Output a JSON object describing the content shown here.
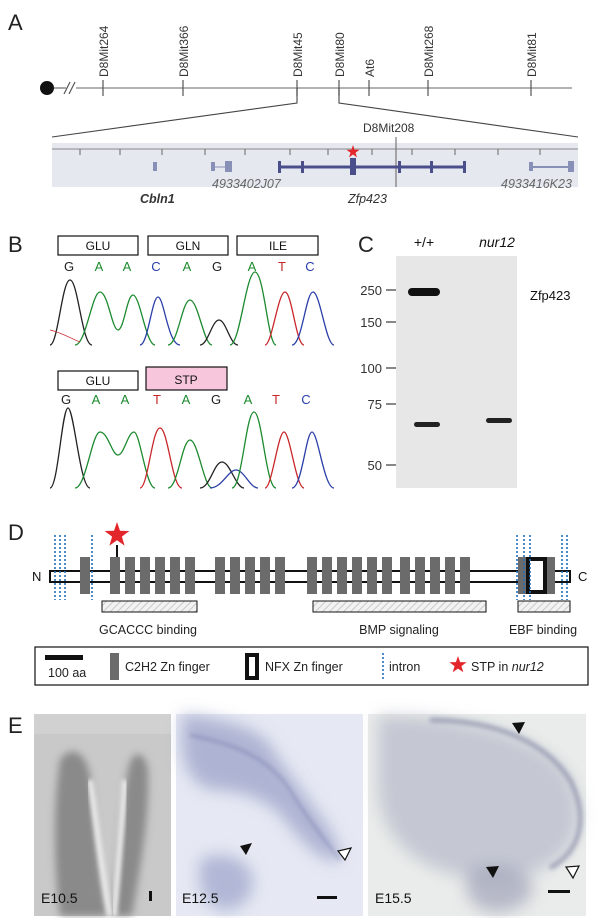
{
  "panels": {
    "a": "A",
    "b": "B",
    "c": "C",
    "d": "D",
    "e": "E"
  },
  "panel_a": {
    "markers": [
      "D8Mit264",
      "D8Mit366",
      "D8Mit45",
      "D8Mit80",
      "At6",
      "D8Mit268",
      "D8Mit81"
    ],
    "zoom_marker": "D8Mit208",
    "genes": [
      "Cbln1",
      "4933402J07",
      "Zfp423",
      "4933416K23"
    ]
  },
  "panel_b": {
    "wt_codons": [
      "GLU",
      "GLN",
      "ILE"
    ],
    "wt_bases": [
      "G",
      "A",
      "A",
      "C",
      "A",
      "G",
      "A",
      "T",
      "C"
    ],
    "mut_codons": [
      "GLU",
      "STP"
    ],
    "mut_bases": [
      "G",
      "A",
      "A",
      "T",
      "A",
      "G",
      "A",
      "T",
      "C"
    ],
    "base_colors": {
      "G": "#222222",
      "A": "#1c8a2e",
      "C": "#2a3fa8",
      "T": "#c8262a"
    }
  },
  "panel_c": {
    "lanes": [
      "+/+",
      "nur12"
    ],
    "mw_labels": [
      "250",
      "150",
      "100",
      "75",
      "50"
    ],
    "band_label": "Zfp423"
  },
  "panel_d": {
    "n_label": "N",
    "c_label": "C",
    "domains": [
      "GCACCC binding",
      "BMP signaling",
      "EBF binding"
    ],
    "legend": {
      "scale": "100 aa",
      "zn": "C2H2 Zn finger",
      "nfx": "NFX Zn finger",
      "intron": "intron",
      "stp_prefix": "STP in ",
      "stp_italic": "nur12"
    }
  },
  "panel_e": {
    "stages": [
      "E10.5",
      "E12.5",
      "E15.5"
    ]
  }
}
